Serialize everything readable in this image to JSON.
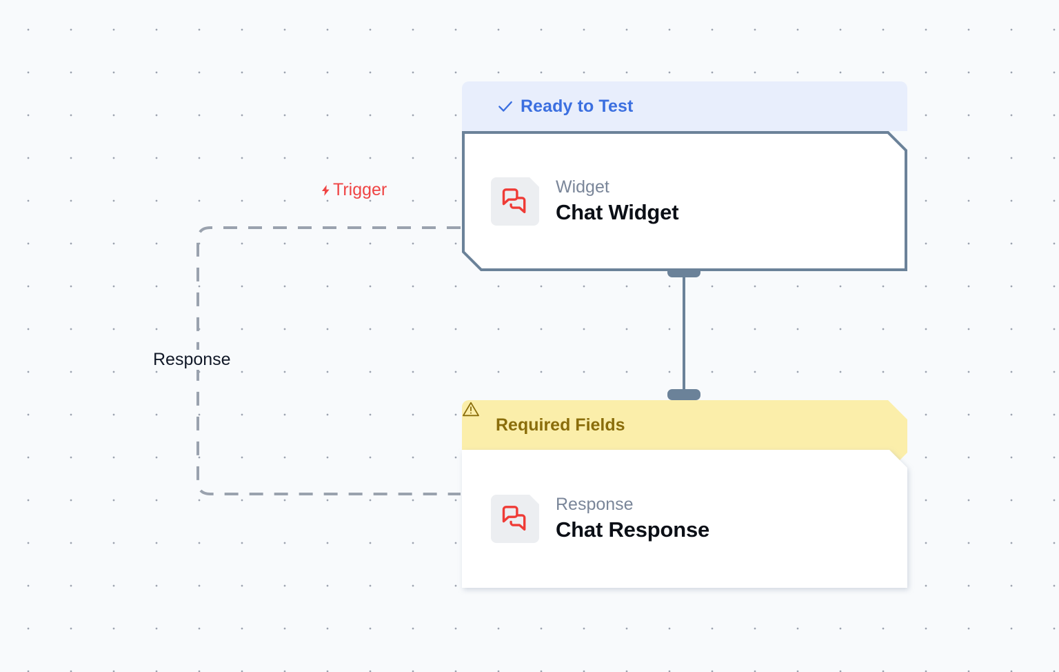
{
  "canvas": {
    "background_color": "#f8fafc",
    "grid_dot_color": "#9ca3af"
  },
  "edges": [
    {
      "id": "trigger-edge",
      "label": "Trigger",
      "icon": "lightning-bolt-icon",
      "color": "#ef4444",
      "style": "dashed",
      "from": "chat-response",
      "to": "chat-widget"
    },
    {
      "id": "response-edge",
      "label": "Response",
      "color": "#111827",
      "style": "dashed",
      "from": "chat-widget",
      "to": "chat-response"
    },
    {
      "id": "solid-connector",
      "label": "",
      "color": "#6b8299",
      "style": "solid",
      "from": "chat-widget",
      "to": "chat-response"
    }
  ],
  "nodes": [
    {
      "id": "chat-widget",
      "header": {
        "label": "Ready to Test",
        "icon": "check-icon",
        "background_color": "#e8eefc",
        "text_color": "#3b6fe0"
      },
      "kicker": "Widget",
      "title": "Chat Widget",
      "icon": "chat-bubbles-icon",
      "icon_color": "#ef3b36",
      "border_color": "#6b8299"
    },
    {
      "id": "chat-response",
      "header": {
        "label": "Required Fields",
        "icon": "warning-triangle-icon",
        "background_color": "#fbeeaa",
        "text_color": "#8a6d0b"
      },
      "kicker": "Response",
      "title": "Chat Response",
      "icon": "chat-bubbles-icon",
      "icon_color": "#ef3b36",
      "border_color": "#ffffff"
    }
  ]
}
